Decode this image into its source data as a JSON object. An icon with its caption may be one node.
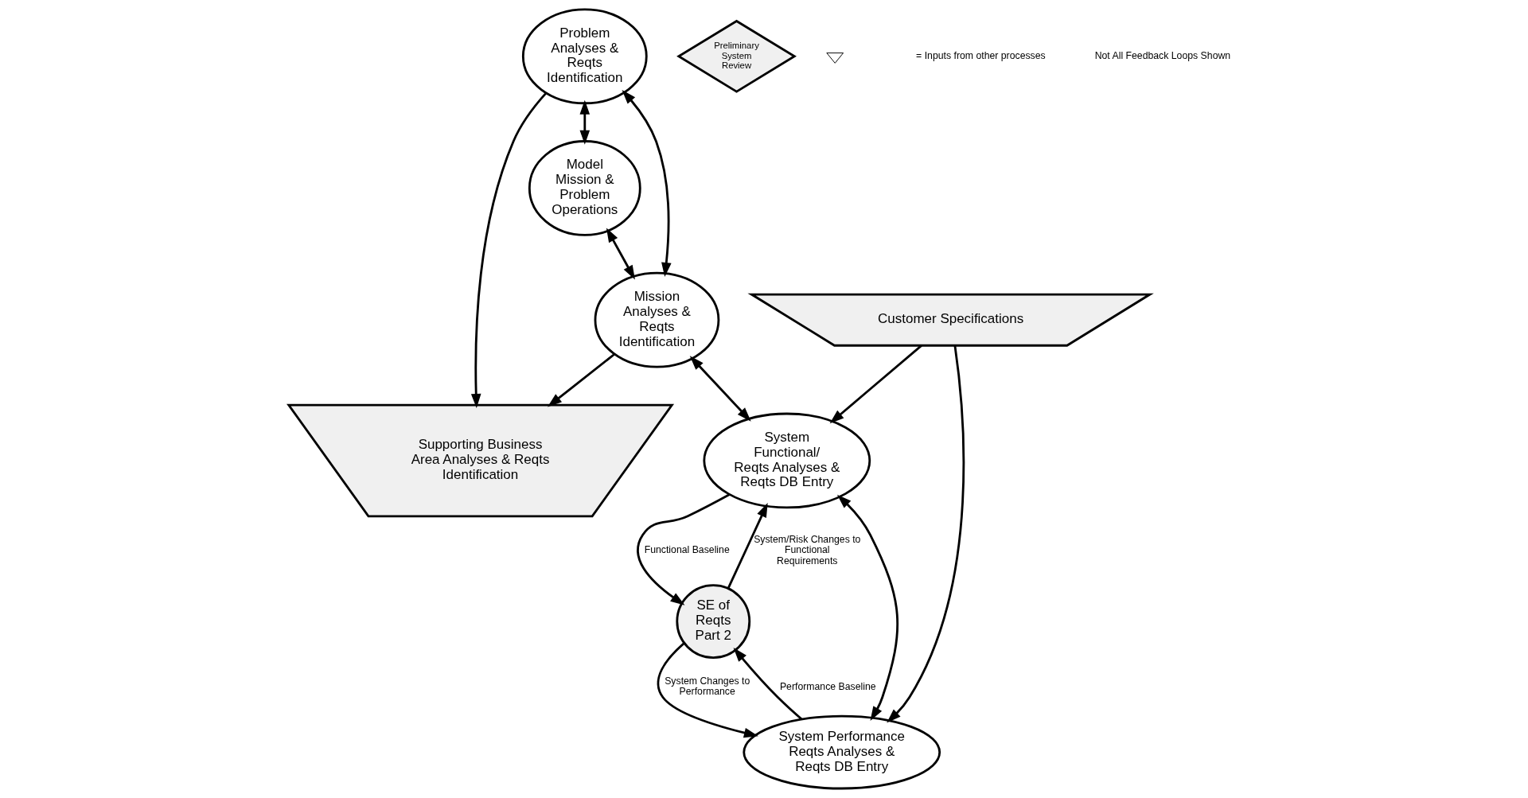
{
  "diagram": {
    "nodes": [
      {
        "text": [
          "Supporting Business Area Analyses & Reqts Identification"
        ]
      },
      {
        "text": [
          "Model Mission & Problem Operations"
        ]
      },
      {
        "text": [
          "Problem Analyses & Reqts Identification"
        ]
      },
      {
        "text": [
          "Mission Analyses & Reqts Identification"
        ]
      },
      {
        "text": [
          "System Functional/ Reqts Analyses & Reqts DB Entry"
        ]
      },
      {
        "text": [
          "SE of Reqts Part 2"
        ]
      },
      {
        "text": [
          "System Performance Reqts Analyses & Reqts DB Entry"
        ]
      },
      {
        "text": [
          "Preliminary System Review"
        ]
      },
      {
        "text": [
          "Customer Specifications"
        ]
      }
    ],
    "edges": [
      {
        "from": 2,
        "to": 0,
        "arrow": "to"
      },
      {
        "from": 3,
        "to": 0,
        "arrow": "to"
      },
      {
        "from": 2,
        "to": 1,
        "arrow": "both"
      },
      {
        "from": 1,
        "to": 3,
        "arrow": "both"
      },
      {
        "from": 2,
        "to": 3,
        "arrow": "both"
      },
      {
        "from": 3,
        "to": 4,
        "arrow": "both"
      },
      {
        "from": 5,
        "to": 4,
        "arrow": "to",
        "label": "System/Risk Changes to Functional Requirements"
      },
      {
        "from": 4,
        "to": 5,
        "arrow": "to",
        "label": "Functional Baseline"
      },
      {
        "from": 6,
        "to": 5,
        "arrow": "to",
        "label": "Performance Baseline"
      },
      {
        "from": 5,
        "to": 6,
        "arrow": "to",
        "label": "System Changes to Performance"
      },
      {
        "from": 4,
        "to": 6,
        "arrow": "both"
      },
      {
        "from": 8,
        "to": 4,
        "arrow": "to"
      },
      {
        "from": 8,
        "to": 6,
        "arrow": "to"
      }
    ],
    "labels": [
      "Not All Feedback Loops Shown"
    ],
    "legend": [
      {
        "text": "= Inputs from other processes"
      }
    ]
  }
}
